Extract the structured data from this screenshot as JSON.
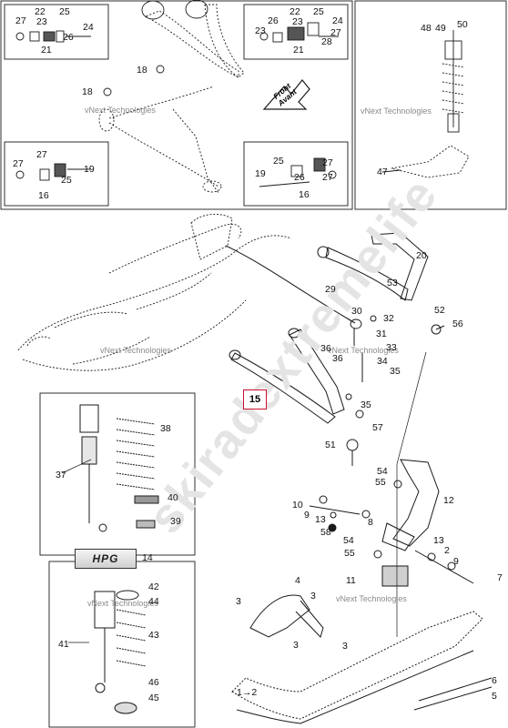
{
  "callouts": {
    "c1": "1",
    "c2": "2",
    "c3": "3",
    "c4": "4",
    "c5": "5",
    "c6": "6",
    "c7": "7",
    "c8": "8",
    "c9": "9",
    "c10": "10",
    "c11": "11",
    "c12": "12",
    "c13": "13",
    "c14": "14",
    "c15": "15",
    "c16": "16",
    "c18": "18",
    "c19": "19",
    "c20": "20",
    "c21": "21",
    "c22": "22",
    "c23": "23",
    "c24": "24",
    "c25": "25",
    "c26": "26",
    "c27": "27",
    "c28": "28",
    "c29": "29",
    "c30": "30",
    "c31": "31",
    "c32": "32",
    "c33": "33",
    "c34": "34",
    "c35": "35",
    "c36": "36",
    "c37": "37",
    "c38": "38",
    "c39": "39",
    "c40": "40",
    "c41": "41",
    "c42": "42",
    "c43": "43",
    "c44": "44",
    "c45": "45",
    "c46": "46",
    "c47": "47",
    "c48": "48",
    "c49": "49",
    "c50": "50",
    "c51": "51",
    "c52": "52",
    "c53": "53",
    "c54": "54",
    "c55": "55",
    "c56": "56",
    "c57": "57",
    "c58": "58",
    "c1arrow": "1→2"
  },
  "front_label": {
    "line1": "Front",
    "line2": "Avant"
  },
  "hpg_badge": "HPG",
  "watermark_small": "vNext Technologies",
  "watermark_large": "skiradextremelife"
}
